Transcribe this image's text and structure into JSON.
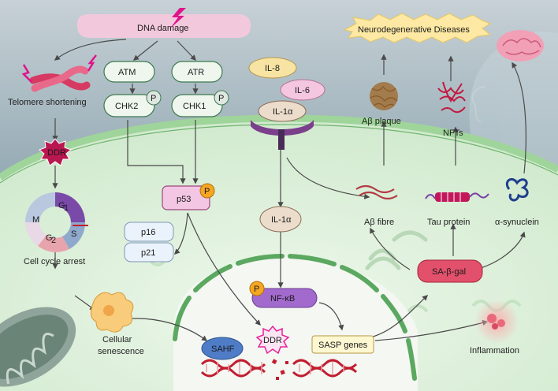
{
  "labels": {
    "dna_damage": "DNA damage",
    "neuro": "Neurodegenerative Diseases",
    "telomere": "Telomere shortening",
    "atm": "ATM",
    "atr": "ATR",
    "chk2": "CHK2",
    "chk1": "CHK1",
    "p": "P",
    "ddr": "DDR",
    "il8": "IL-8",
    "il6": "IL-6",
    "il1a": "IL-1α",
    "abeta_plaque": "Aβ plaque",
    "nfts": "NFTs",
    "p53": "p53",
    "p16": "p16",
    "p21": "p21",
    "il1a_inner": "IL-1α",
    "abeta_fibre": "Aβ fibre",
    "tau": "Tau protein",
    "asyn": "α-synuclein",
    "g1": "G",
    "g1_sub": "1",
    "m": "M",
    "s": "S",
    "g2": "G",
    "g2_sub": "2",
    "cell_cycle": "Cell cycle arrest",
    "sa_gal": "SA-β-gal",
    "nfkb": "NF-κB",
    "cellular": "Cellular",
    "senescence": "senescence",
    "sahf": "SAHF",
    "ddr_nuc": "DDR",
    "sasp": "SASP genes",
    "inflammation": "Inflammation"
  },
  "colors": {
    "sky_top": "#b8c4cc",
    "sky_mid": "#4f6d7a",
    "cell_fill": "#dff0dc",
    "membrane": "#9fd49a",
    "nucleus": "#f4f7f2",
    "nuclear_envelope": "#5ba861",
    "node_fill": "#eef6ee",
    "node_stroke": "#3d7a4f",
    "p_badge": "#f5a623",
    "p53_fill": "#f3c6e3",
    "il8_fill": "#f7e4a3",
    "il6_fill": "#f4c6e0",
    "il1_fill": "#ecdccb",
    "receptor": "#7b3f8c",
    "dna_banner": "#f7c9dd",
    "lightning": "#e0138b",
    "neuro_banner": "#fde9a3",
    "sa_gal_fill": "#e2506b",
    "nfkb_fill": "#a26acd",
    "ddr_star": "#e6239b",
    "sasp_fill": "#fdf7d2",
    "sahf_fill": "#4f7cc7",
    "inflammation": "#f38c8c"
  }
}
